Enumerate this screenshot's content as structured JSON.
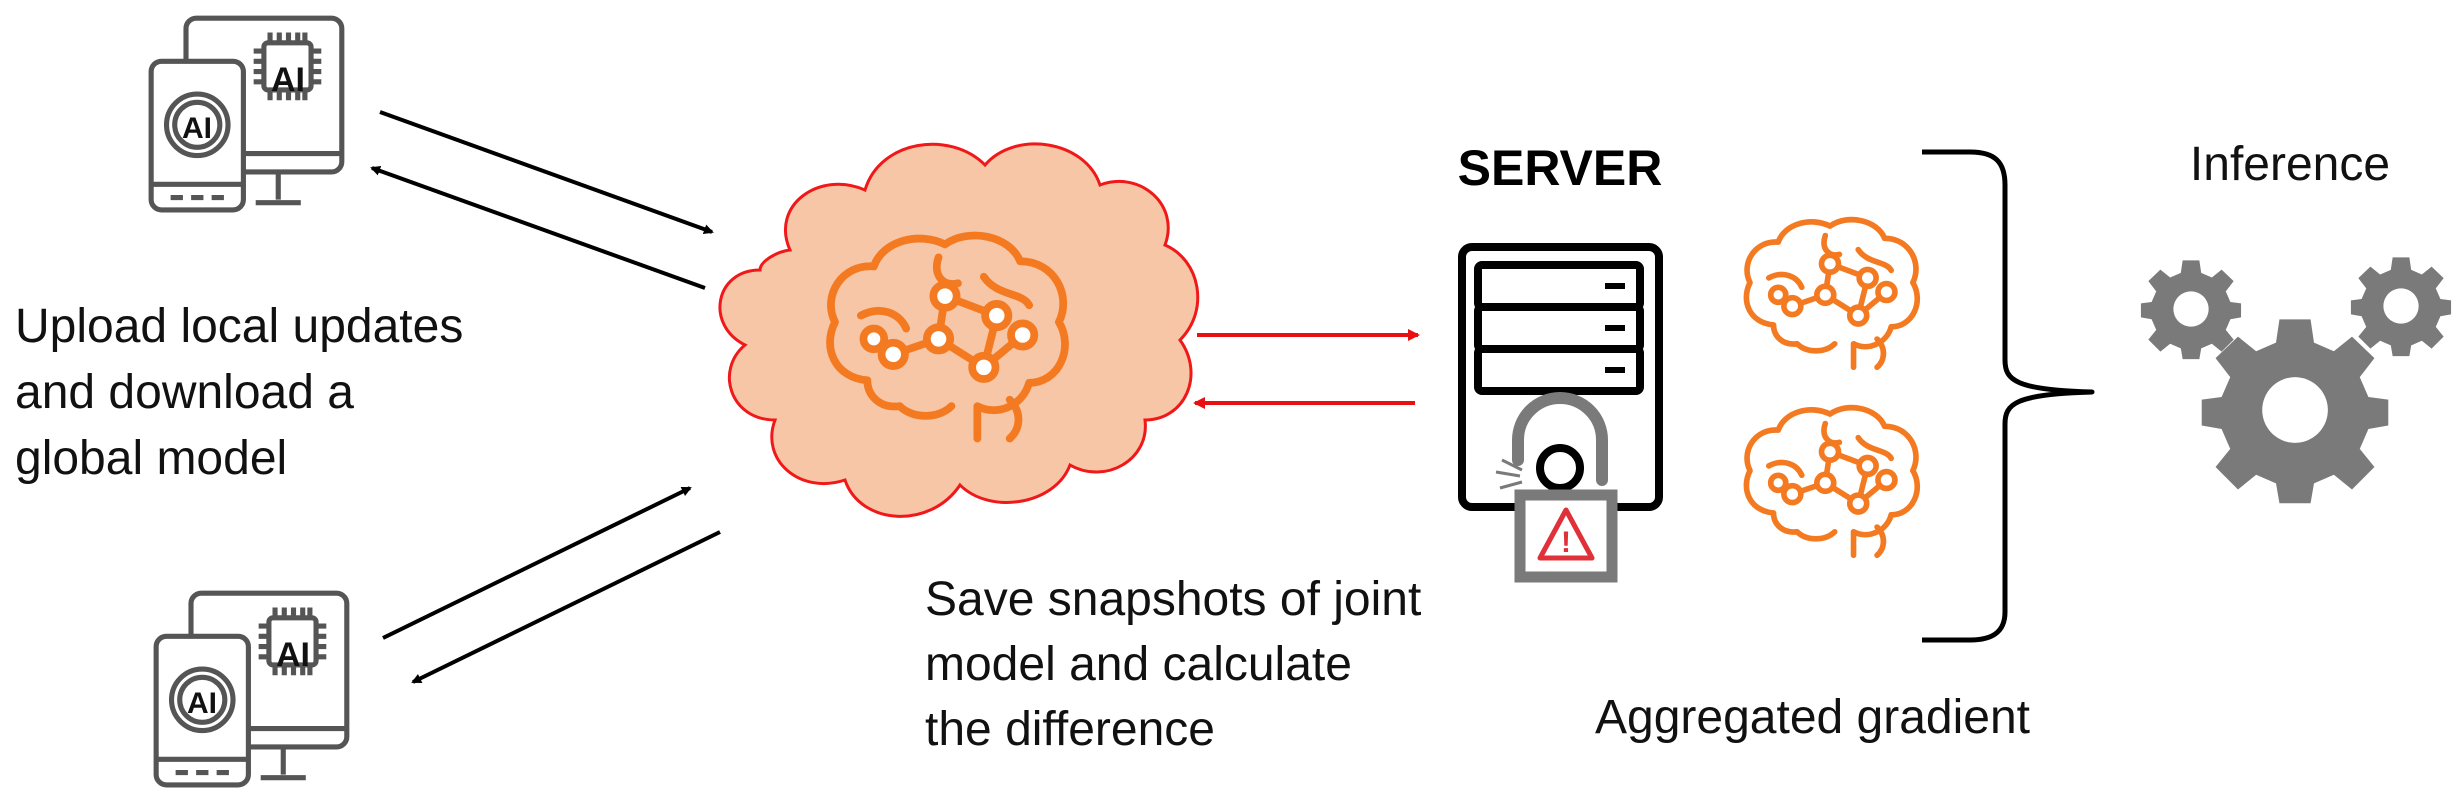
{
  "labels": {
    "upload": [
      "Upload local updates",
      "and download a",
      "global model"
    ],
    "snapshot": [
      "Save snapshots of joint",
      "model and calculate",
      "the difference"
    ],
    "server": "SERVER",
    "inference": "Inference",
    "aggregated": "Aggregated gradient"
  },
  "devices": {
    "chip_text": "AI",
    "phone_text": "AI"
  },
  "alert": {
    "symbol": "!"
  },
  "colors": {
    "cloud_fill": "#f7c6a6",
    "cloud_stroke": "#f01818",
    "brain": "#f47a22",
    "arrow_black": "#000000",
    "arrow_red": "#e81010",
    "device": "#555555",
    "gear": "#7a7a7a",
    "lock": "#7a7a7a",
    "warning": "#e0303a"
  },
  "icons": [
    "laptop-ai-icon",
    "phone-ai-icon",
    "brain-network-icon",
    "server-icon",
    "padlock-warning-icon",
    "gears-icon"
  ]
}
